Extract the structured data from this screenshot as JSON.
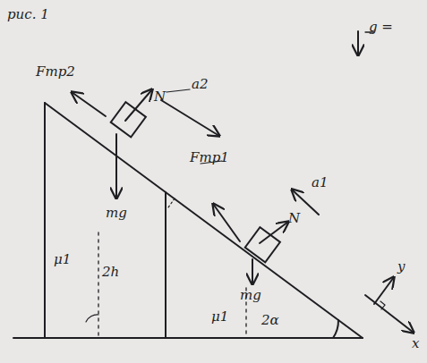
{
  "diagram": {
    "labels": [
      "рис. 1",
      "g =",
      "Fтр2",
      "a2",
      "N",
      "mg",
      "μ1",
      "2h",
      "Fтр1",
      "a1",
      "N",
      "mg",
      "μ1",
      "2α",
      "y",
      "x"
    ]
  }
}
